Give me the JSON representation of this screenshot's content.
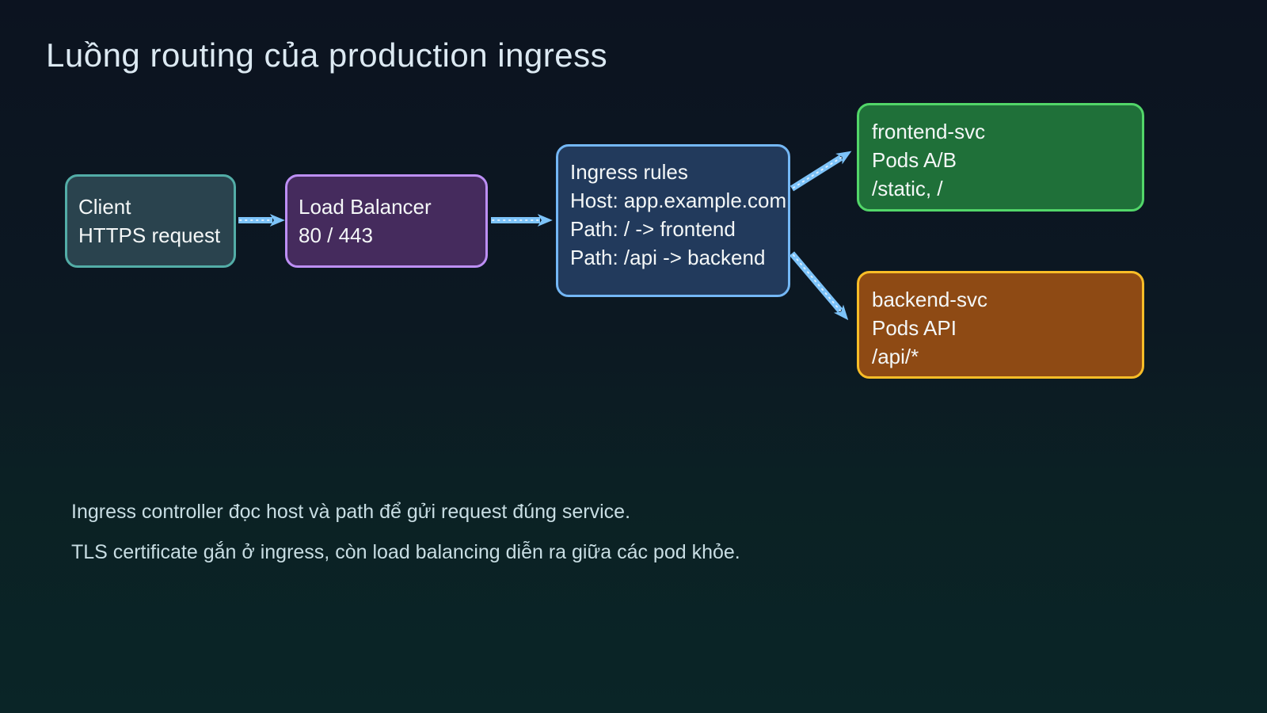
{
  "title": "Luồng routing của production ingress",
  "nodes": {
    "client": {
      "lines": [
        "Client",
        "HTTPS request"
      ],
      "fill": "#2a434e",
      "border": "#53ada7"
    },
    "load_balancer": {
      "lines": [
        "Load Balancer",
        "80 / 443"
      ],
      "fill": "#452b5d",
      "border": "#bd8ff5"
    },
    "ingress": {
      "lines": [
        "Ingress rules",
        "Host: app.example.com",
        "Path: / -> frontend",
        "Path: /api -> backend"
      ],
      "fill": "#223a5c",
      "border": "#74b7f5"
    },
    "frontend": {
      "lines": [
        "frontend-svc",
        "Pods A/B",
        "/static, /"
      ],
      "fill": "#1f7039",
      "border": "#52d669"
    },
    "backend": {
      "lines": [
        "backend-svc",
        "Pods API",
        "/api/*"
      ],
      "fill": "#8e4a14",
      "border": "#f9bd27"
    }
  },
  "notes": [
    "Ingress controller đọc host và path để gửi request đúng service.",
    "TLS certificate gắn ở ingress, còn load balancing diễn ra giữa các pod khỏe."
  ],
  "colors": {
    "background_top": "#0c1320",
    "background_bottom": "#0a2527",
    "title_text": "#dce9f2",
    "node_text": "#f4f7f7",
    "note_text": "#c8dde3",
    "arrow": "#7dc3f9"
  }
}
